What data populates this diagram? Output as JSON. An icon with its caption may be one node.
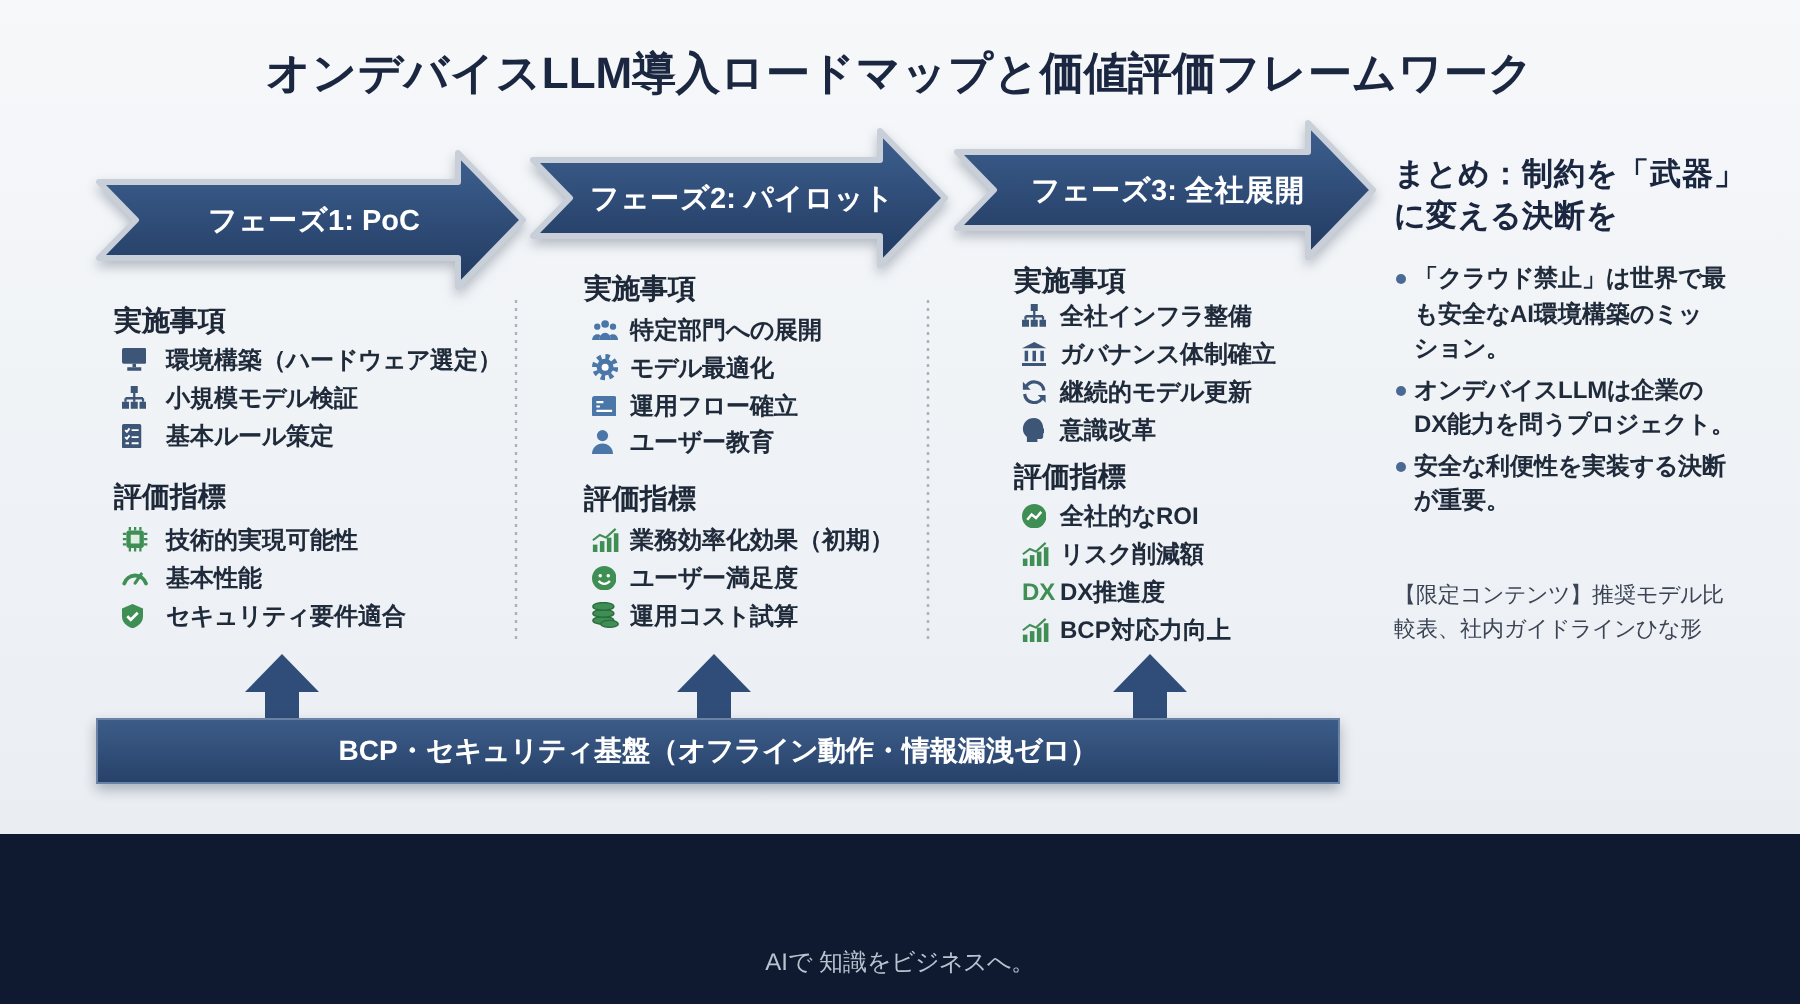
{
  "diagram": {
    "title": "オンデバイスLLM導入ロードマップと価値評価フレームワーク",
    "nodes": [
      {
        "text": [
          "フェーズ1: PoC"
        ]
      },
      {
        "text": [
          "実施事項",
          "環境構築（ハードウェア選定）",
          "小規模モデル検証",
          "基本ルール策定",
          "評価指標",
          "技術的実現可能性",
          "基本性能",
          "セキュリティ要件適合"
        ]
      },
      {
        "text": [
          "フェーズ2: パイロット"
        ]
      },
      {
        "text": [
          "実施事項",
          "特定部門への展開",
          "モデル最適化",
          "運用フロー確立",
          "ユーザー教育",
          "評価指標",
          "業務効率化効果（初期）",
          "ユーザー満足度",
          "運用コスト試算"
        ]
      },
      {
        "text": [
          "フェーズ3: 全社展開"
        ]
      },
      {
        "text": [
          "実施事項",
          "全社インフラ整備",
          "ガバナンス体制確立",
          "継続的モデル更新",
          "意識改革",
          "評価指標",
          "全社的なROI",
          "リスク削減額",
          "DX",
          "DX推進度",
          "BCP対応力向上"
        ]
      },
      {
        "text": [
          "BCP・セキュリティ基盤（オフライン動作・情報漏洩ゼロ）"
        ]
      }
    ],
    "edges": [
      {
        "from": 6,
        "to": 1,
        "arrow": "to"
      },
      {
        "from": 6,
        "to": 3,
        "arrow": "to"
      },
      {
        "from": 6,
        "to": 5,
        "arrow": "to"
      }
    ],
    "labels": [
      "まとめ：制約を「武器」に変える決断を",
      "「クラウド禁止」は世界で最も安全なAI環境構築のミッション。",
      "オンデバイスLLMは企業のDX能力を問うプロジェクト。",
      "安全な利便性を実装する決断が重要。",
      "【限定コンテンツ】推奨モデル比較表、社内ガイドラインひな形",
      "AIで 知識をビジネスへ。"
    ]
  }
}
